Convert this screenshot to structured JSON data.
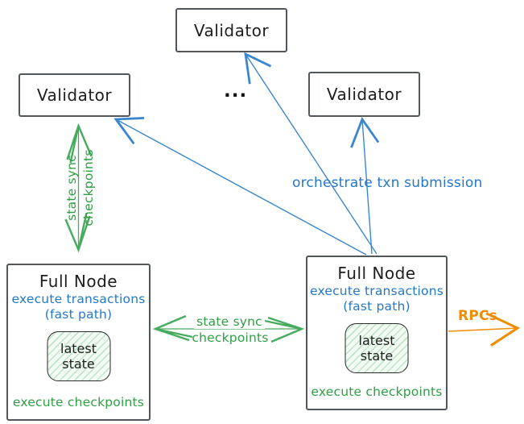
{
  "colors": {
    "blue": "#2478c8",
    "green": "#2f9e44",
    "orange": "#f08c00",
    "ink": "#1e1e1e",
    "box_border": "#51565c"
  },
  "validators": {
    "top": {
      "label": "Validator"
    },
    "left": {
      "label": "Validator"
    },
    "right": {
      "label": "Validator"
    },
    "ellipsis": "..."
  },
  "full_node_left": {
    "title": "Full Node",
    "exec_line1": "execute transactions",
    "exec_line2": "(fast path)",
    "state_line1": "latest",
    "state_line2": "state",
    "footer": "execute checkpoints"
  },
  "full_node_right": {
    "title": "Full Node",
    "exec_line1": "execute transactions",
    "exec_line2": "(fast path)",
    "state_line1": "latest",
    "state_line2": "state",
    "footer": "execute checkpoints"
  },
  "edge_labels": {
    "left_sync_line1": "state sync",
    "left_sync_line2": "checkpoints",
    "mid_sync_line1": "state sync",
    "mid_sync_line2": "checkpoints",
    "orchestrate": "orchestrate txn submission",
    "rpcs": "RPCs"
  }
}
